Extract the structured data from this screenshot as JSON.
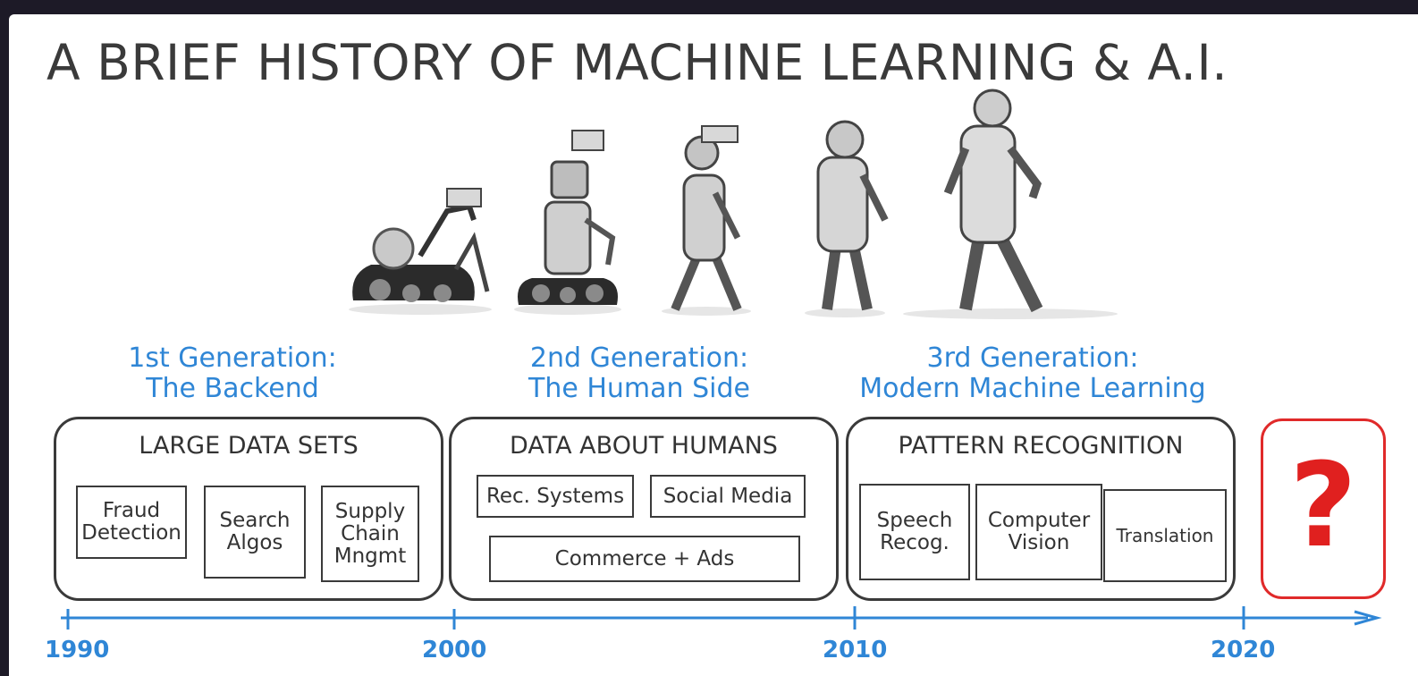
{
  "title": "A BRIEF HISTORY OF MACHINE LEARNING & A.I.",
  "generations": [
    {
      "line1": "1st Generation:",
      "line2": "The Backend"
    },
    {
      "line1": "2nd Generation:",
      "line2": "The Human Side"
    },
    {
      "line1": "3rd Generation:",
      "line2": "Modern Machine Learning"
    }
  ],
  "groups": [
    {
      "title": "LARGE DATA SETS",
      "items": [
        "Fraud Detection",
        "Search Algos",
        "Supply Chain Mngmt"
      ]
    },
    {
      "title": "DATA ABOUT HUMANS",
      "items": [
        "Rec. Systems",
        "Social Media",
        "Commerce + Ads"
      ]
    },
    {
      "title": "PATTERN RECOGNITION",
      "items": [
        "Speech Recog.",
        "Computer Vision",
        "Translation"
      ]
    }
  ],
  "future": {
    "symbol": "?"
  },
  "timeline": {
    "years": [
      "1990",
      "2000",
      "2010",
      "2020"
    ]
  },
  "colors": {
    "accent": "#2f86d6",
    "future": "#e0201f",
    "ink": "#3a3a3a",
    "frame": "#1d1a27"
  }
}
